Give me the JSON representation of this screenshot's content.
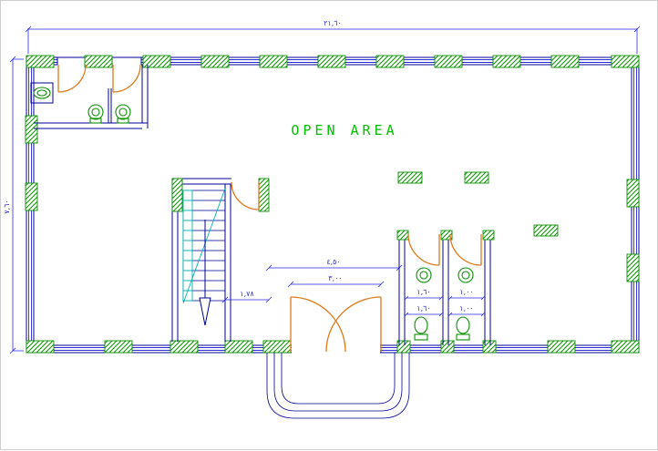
{
  "colors": {
    "wall": "#000099",
    "window": "#2b2bd8",
    "dimension": "#2a2ae6",
    "column": "#0a9000",
    "fixture": "#0a9000",
    "door": "#e07818",
    "stair": "#00b4b4",
    "label": "#00bf00"
  },
  "plan": {
    "open_area_label": "OPEN AREA",
    "dimensions": {
      "total_width": "٢١,٦٠",
      "total_height": "٧,٦٠",
      "hall_width": "٤,٥٠",
      "entrance_width": "٣,٠٠",
      "stair_width": "١,٧٨",
      "wc_left_width": "١,٦٠",
      "wc_right_width": "١,٠٠",
      "wc_left_depth": "١,٦٠",
      "wc_right_depth": "١,٠٠"
    }
  }
}
